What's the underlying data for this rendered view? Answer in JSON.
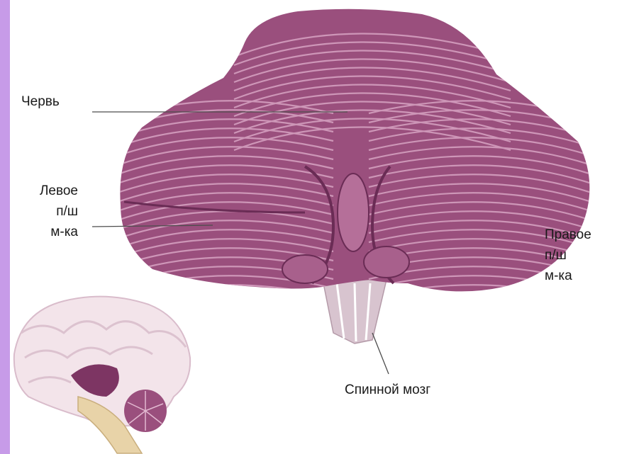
{
  "colors": {
    "accent_bar": "#c79be8",
    "cerebellum": "#9a4f7d",
    "cerebellum_light": "#c98fb0",
    "cerebellum_dark": "#6a2c55",
    "brainstem": "#d8c4cf",
    "leader_line": "#4d4d4d"
  },
  "labels": {
    "vermis": "Червь",
    "left_hemisphere": [
      "Левое",
      "п/ш",
      "м-ка"
    ],
    "right_hemisphere": [
      "Правое",
      "п/ш",
      "м-ка"
    ],
    "spinal_cord": "Спинной мозг"
  }
}
